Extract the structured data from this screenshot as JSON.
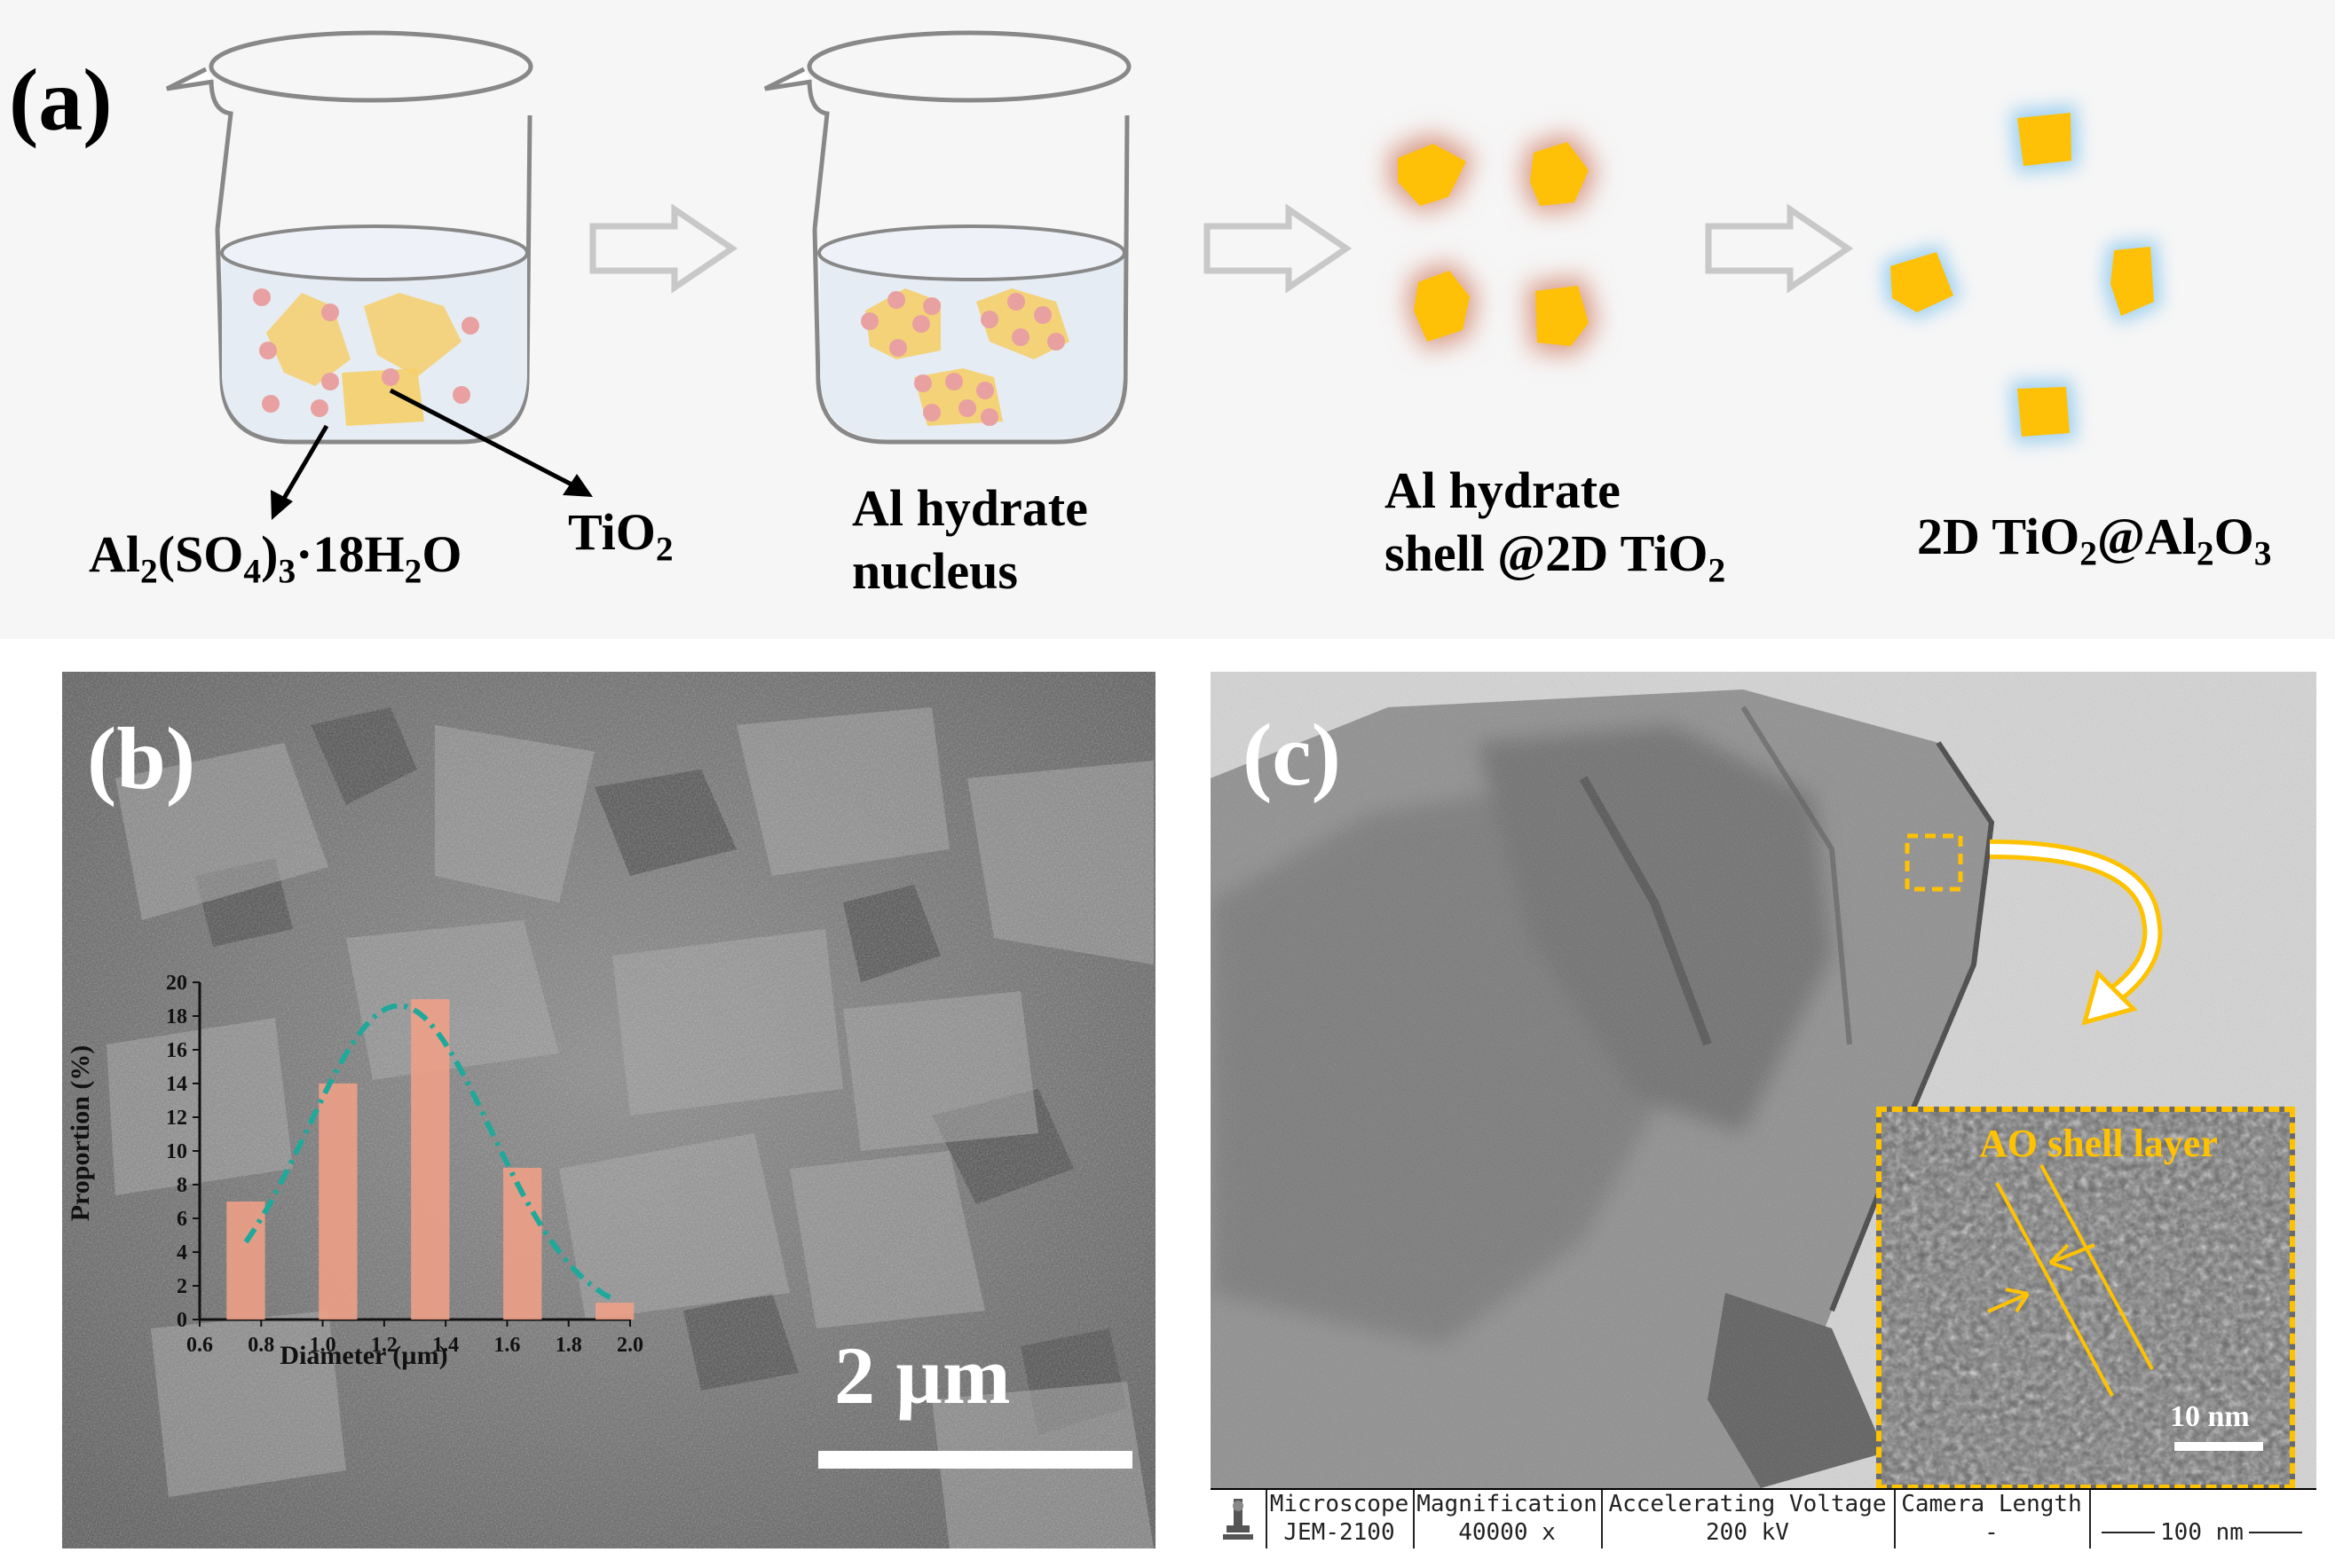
{
  "panel_a": {
    "label": "(a)",
    "al_sulfate": {
      "a": "Al",
      "b": "2",
      "c": "(SO",
      "d": "4",
      "e": ")",
      "f": "3",
      "g": "·18H",
      "h": "2",
      "i": "O"
    },
    "tio2": {
      "a": "TiO",
      "b": "2"
    },
    "nucleus": {
      "line1": "Al hydrate",
      "line2": "nucleus"
    },
    "shell": {
      "line1": "Al hydrate",
      "line2": "shell @2D TiO",
      "sub": "2"
    },
    "final": {
      "a": "2D TiO",
      "b": "2",
      "c": "@Al",
      "d": "2",
      "e": "O",
      "f": "3"
    },
    "colors": {
      "tio2_flake": "#ffc107",
      "al_particle": "#e8a0a0",
      "al_shell_glow": "#e0a090",
      "alumina_glow": "#9fd0ef",
      "arrow": "#c8c8c8",
      "solution": "#e6ecf4"
    }
  },
  "panel_b": {
    "label": "(b)",
    "scale_bar": "2 µm",
    "colors": {
      "bar": "#f0a088",
      "fit": "#20a89a"
    }
  },
  "panel_c": {
    "label": "(c)",
    "inset_title": "AO shell layer",
    "inset_scale": "10 nm",
    "footer": {
      "microscope_label": "Microscope",
      "microscope_value": "JEM-2100",
      "magnification_label": "Magnification",
      "magnification_value": "40000 x",
      "voltage_label": "Accelerating Voltage",
      "voltage_value": "200 kV",
      "camera_label": "Camera Length",
      "camera_value": "-",
      "scale_label": "100 nm"
    },
    "colors": {
      "highlight": "#ffc200"
    }
  },
  "chart_data": {
    "type": "bar",
    "x": [
      0.75,
      1.05,
      1.35,
      1.65,
      1.95
    ],
    "values": [
      7,
      14,
      19,
      9,
      1
    ],
    "xlabel": "Diameter (µm)",
    "ylabel": "Proportion (%)",
    "xlim": [
      0.6,
      2.0
    ],
    "ylim": [
      0,
      20
    ],
    "xticks": [
      "0.6",
      "0.8",
      "1.0",
      "1.2",
      "1.4",
      "1.6",
      "1.8",
      "2.0"
    ],
    "yticks": [
      "0",
      "2",
      "4",
      "6",
      "8",
      "10",
      "12",
      "14",
      "16",
      "18",
      "20"
    ],
    "fit": "gaussian"
  }
}
